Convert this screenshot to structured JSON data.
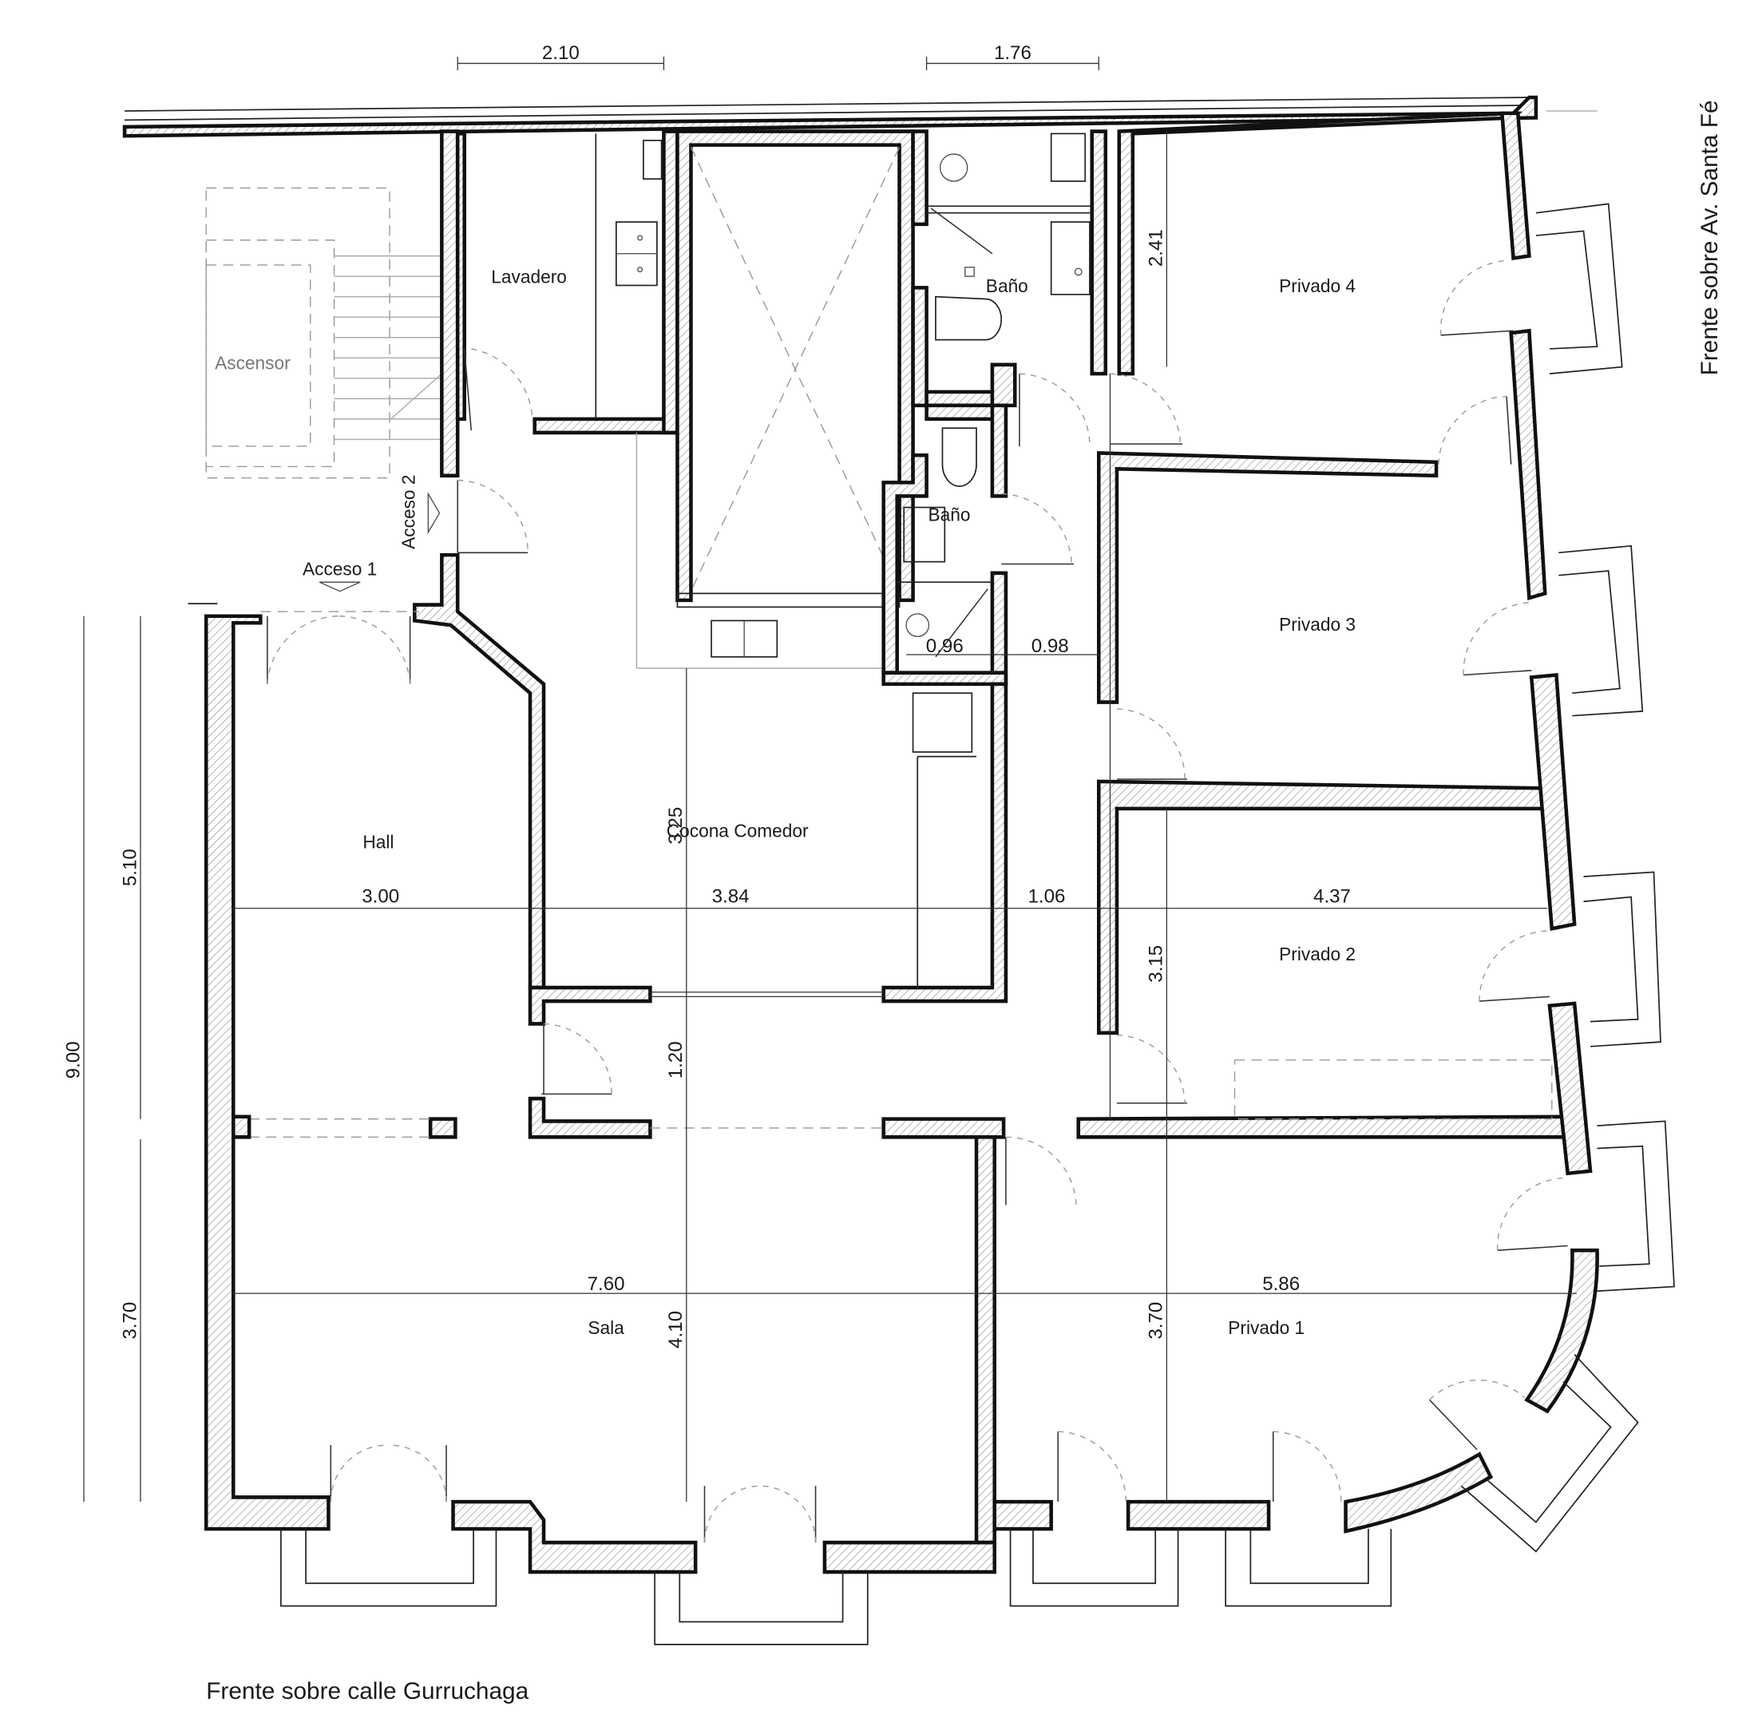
{
  "plan": {
    "rooms": {
      "lavadero": "Lavadero",
      "bano_top": "Baño",
      "bano_small": "Baño",
      "privado4": "Privado 4",
      "privado3": "Privado 3",
      "privado2": "Privado 2",
      "privado1": "Privado 1",
      "ascensor": "Ascensor",
      "hall": "Hall",
      "cocina": "Cocona Comedor",
      "sala": "Sala"
    },
    "labels": {
      "acceso1": "Acceso 1",
      "acceso2": "Acceso 2",
      "frente_bottom": "Frente sobre calle Gurruchaga",
      "frente_right": "Frente sobre Av. Santa Fé"
    },
    "dimensions": {
      "top_left": "2.10",
      "top_right": "1.76",
      "v_241": "2.41",
      "v_510": "5.10",
      "v_900": "9.00",
      "v_370_left": "3.70",
      "v_325": "3.25",
      "v_120": "1.20",
      "v_410": "4.10",
      "v_315": "3.15",
      "v_370_right": "3.70",
      "h_096": "0.96",
      "h_098": "0.98",
      "h_300": "3.00",
      "h_384": "3.84",
      "h_106": "1.06",
      "h_437": "4.37",
      "h_760": "7.60",
      "h_586": "5.86"
    },
    "colors": {
      "wall_stroke": "#111111",
      "hatch": "#9a9a9a",
      "background": "#ffffff"
    }
  }
}
